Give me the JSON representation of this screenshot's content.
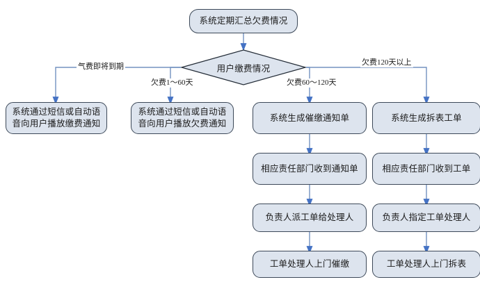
{
  "diagram": {
    "type": "flowchart",
    "title_node": {
      "label": "系统定期汇总欠费情况"
    },
    "decision": {
      "label": "用户缴费情况"
    },
    "edge_labels": [
      {
        "id": "branch-1",
        "label": "气费即将到期"
      },
      {
        "id": "branch-2",
        "label": "欠费1～60天"
      },
      {
        "id": "branch-3",
        "label": "欠费60～120天"
      },
      {
        "id": "branch-4",
        "label": "欠费120天以上"
      }
    ],
    "columns": [
      {
        "id": "col-1",
        "nodes": [
          {
            "label": "系统通过短信或自动语音向用户播放缴费通知"
          }
        ]
      },
      {
        "id": "col-2",
        "nodes": [
          {
            "label": "系统通过短信或自动语音向用户播放欠费通知"
          }
        ]
      },
      {
        "id": "col-3",
        "nodes": [
          {
            "label": "系统生成催缴通知单"
          },
          {
            "label": "相应责任部门收到通知单"
          },
          {
            "label": "负责人派工单给处理人"
          },
          {
            "label": "工单处理人上门催缴"
          }
        ]
      },
      {
        "id": "col-4",
        "nodes": [
          {
            "label": "系统生成拆表工单"
          },
          {
            "label": "相应责任部门收到工单"
          },
          {
            "label": "负责人指定工单处理人"
          },
          {
            "label": "工单处理人上门拆表"
          }
        ]
      }
    ],
    "colors": {
      "node_fill": "#dde4ee",
      "node_border": "#3c4858",
      "connector": "#7392c0",
      "arrow": "#4472c4",
      "background": "#ffffff"
    }
  }
}
